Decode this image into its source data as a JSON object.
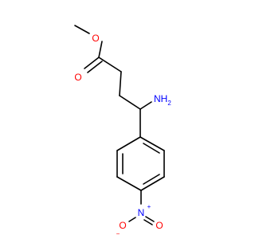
{
  "molecule": {
    "atoms": {
      "ester_o": {
        "label": "O",
        "color": "#ff0000"
      },
      "carbonyl_o": {
        "label": "O",
        "color": "#ff0000"
      },
      "amine": {
        "label": "NH",
        "subscript": "2",
        "color": "#0000ff"
      },
      "nitro_n": {
        "label": "N",
        "charge": "+",
        "color": "#0000ff"
      },
      "nitro_o_left": {
        "label": "O",
        "charge": "−",
        "color": "#ff0000"
      },
      "nitro_o_right": {
        "label": "O",
        "color": "#ff0000"
      }
    },
    "bond_color": "#000000"
  }
}
